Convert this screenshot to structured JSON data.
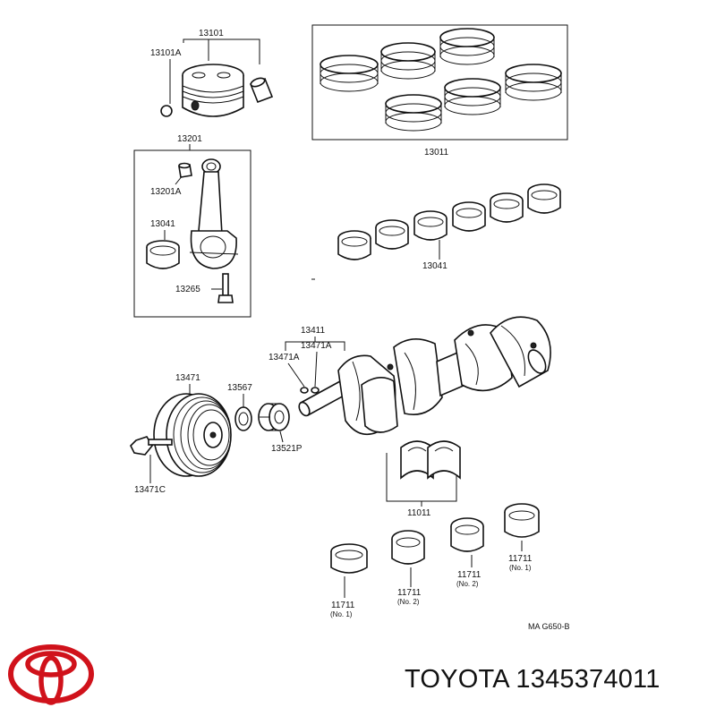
{
  "callouts": {
    "piston_set": "13101",
    "piston_pin_clip": "13101A",
    "ring_set": "13011",
    "conrod_assy": "13201",
    "conrod_bushing": "13201A",
    "conrod_bearing": "13041",
    "conrod_bearing_set": "13041",
    "conrod_bolt": "13265",
    "crank_pulley_key_set": "13411",
    "key_a_left": "13471A",
    "key_a_right": "13471A",
    "crank_pulley": "13471",
    "crank_angle_plate": "13567",
    "crank_timing_gear": "13521P",
    "pulley_bolt": "13471C",
    "crankshaft": "11011",
    "main_bearing_1": "11711",
    "main_bearing_1_note": "(No. 1)",
    "main_bearing_2": "11711",
    "main_bearing_2_note": "(No. 2)",
    "main_bearing_3": "11711",
    "main_bearing_3_note": "(No. 2)",
    "main_bearing_4": "11711",
    "main_bearing_4_note": "(No. 1)"
  },
  "diagram_code": "MA  G650-B",
  "footer": {
    "brand_part": "TOYOTA 1345374011"
  },
  "colors": {
    "logo_red": "#d0121b",
    "ink": "#111111"
  },
  "icons": {
    "logo": "toyota-logo-icon"
  }
}
